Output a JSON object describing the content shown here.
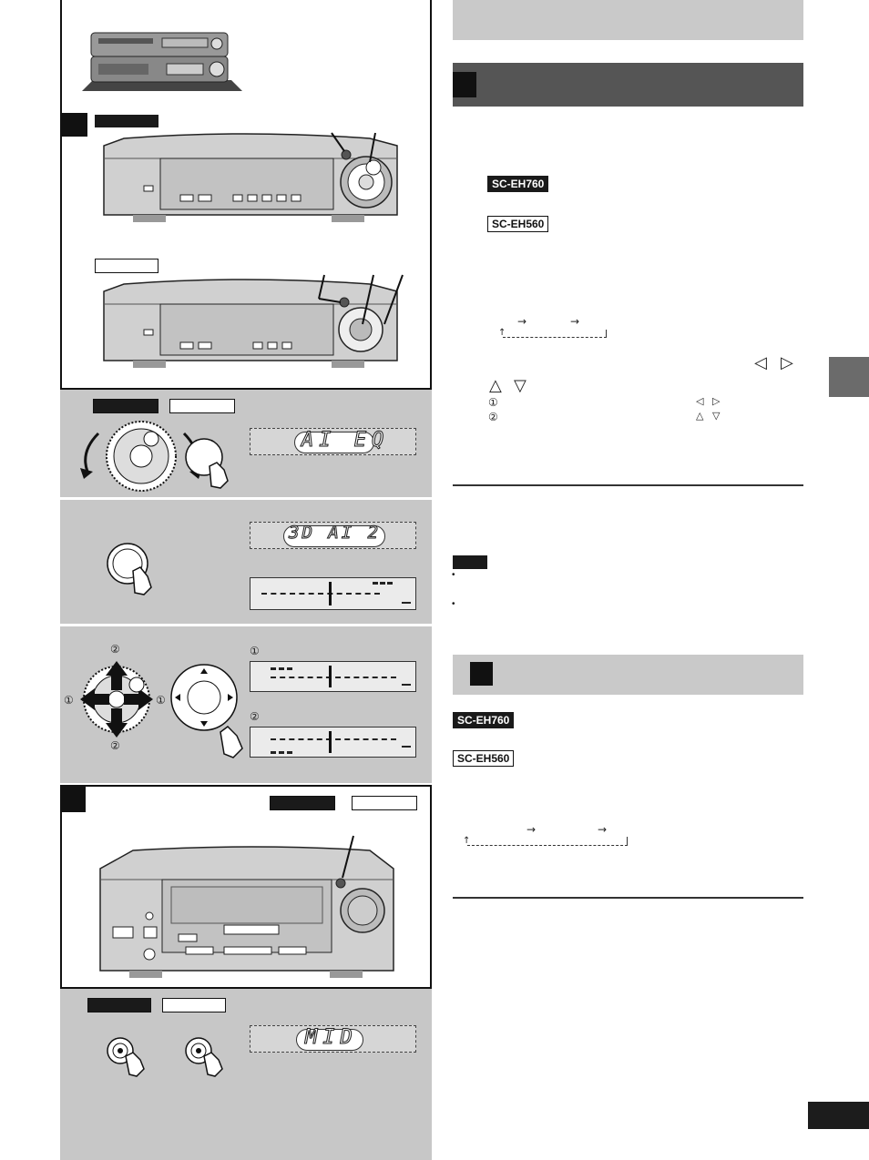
{
  "models": {
    "eh760": "SC-EH760",
    "eh560": "SC-EH560"
  },
  "displays": {
    "ai_eq": "AI  EQ",
    "ai_eq_2": "3D  AI  2",
    "mid": "MID"
  },
  "markers": {
    "circled_1": "①",
    "circled_2": "②"
  },
  "symbols": {
    "arrow_right": "→",
    "left_tri": "◁",
    "right_tri": "▷",
    "up_tri": "△",
    "down_tri": "▽",
    "bullet": "•",
    "return_arrow": "↑"
  },
  "colors": {
    "dark_header": "#555555",
    "light_header": "#c9c9c9",
    "gray_panel": "#c7c7c7",
    "thumb_tab": "#6b6b6b",
    "page_tab": "#1c1c1c"
  }
}
